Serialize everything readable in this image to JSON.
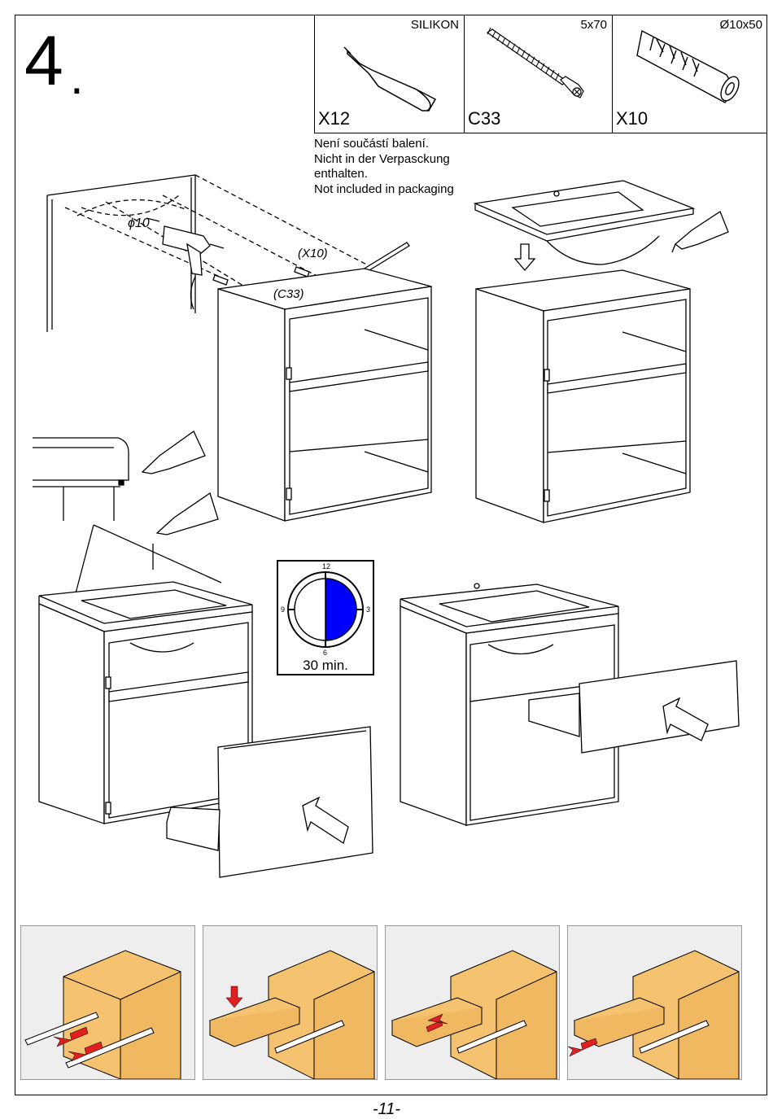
{
  "step": {
    "number": "4",
    "dot": "."
  },
  "parts": [
    {
      "id": "silikon",
      "label": "SILIKON",
      "qty": "X12",
      "icon": "silicone-tube-icon"
    },
    {
      "id": "screw",
      "label": "5x70",
      "qty": "C33",
      "icon": "screw-icon"
    },
    {
      "id": "dowel",
      "label": "Ø10x50",
      "qty": "X10",
      "icon": "wall-plug-icon"
    }
  ],
  "note": {
    "lines": [
      "Není součástí balení.",
      "Nicht in der Verpasckung",
      "enthalten.",
      "Not included in packaging"
    ]
  },
  "drill": {
    "diameter_label": "ϕ10"
  },
  "callouts": {
    "x10": "(X10)",
    "c33": "(C33)"
  },
  "clock": {
    "label": "30 min.",
    "n12": "12",
    "n3": "3",
    "n6": "6",
    "n9": "9",
    "fill_fraction": 0.5,
    "fill_color": "#0000ff"
  },
  "colors": {
    "wood": "#f5c270",
    "arrow": "#e02020",
    "panel_bg": "#eeeeee"
  },
  "page_number": "-11-"
}
